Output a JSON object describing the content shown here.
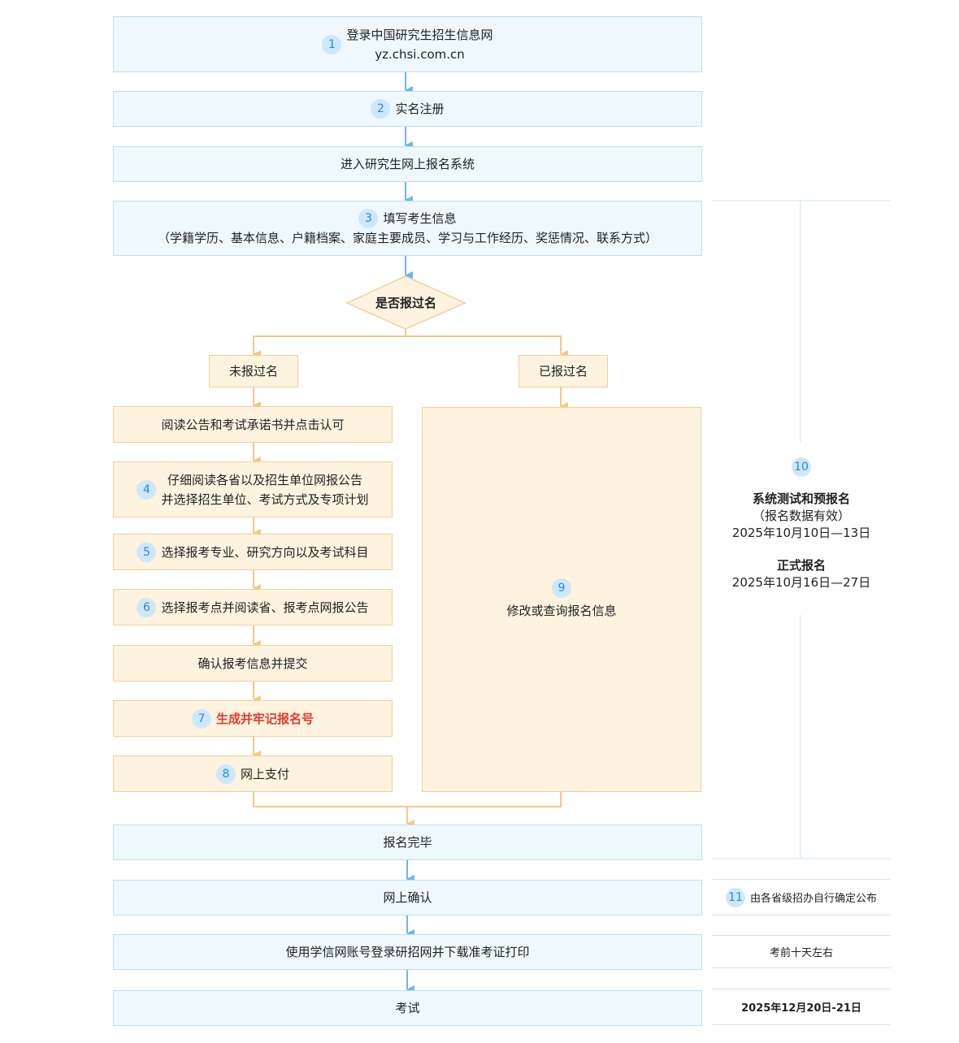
{
  "steps": {
    "login": {
      "num": "1",
      "title": "登录中国研究生招生信息网",
      "url": "yz.chsi.com.cn"
    },
    "register": {
      "num": "2",
      "label": "实名注册"
    },
    "enter": {
      "label": "进入研究生网上报名系统"
    },
    "fill": {
      "num": "3",
      "title": "填写考生信息",
      "detail": "（学籍学历、基本信息、户籍档案、家庭主要成员、学习与工作经历、奖惩情况、联系方式）"
    },
    "decision": {
      "label": "是否报过名"
    },
    "not_registered": {
      "label": "未报过名"
    },
    "registered": {
      "label": "已报过名"
    },
    "read_notice": {
      "label": "阅读公告和考试承诺书并点击认可"
    },
    "select_unit": {
      "num": "4",
      "line1": "仔细阅读各省以及招生单位网报公告",
      "line2": "并选择招生单位、考试方式及专项计划"
    },
    "select_major": {
      "num": "5",
      "label": "选择报考专业、研究方向以及考试科目"
    },
    "select_site": {
      "num": "6",
      "label": "选择报考点并阅读省、报考点网报公告"
    },
    "confirm_submit": {
      "label": "确认报考信息并提交"
    },
    "generate_id": {
      "num": "7",
      "label": "生成并牢记报名号"
    },
    "pay": {
      "num": "8",
      "label": "网上支付"
    },
    "modify": {
      "num": "9",
      "label": "修改或查询报名信息"
    },
    "complete": {
      "label": "报名完毕"
    },
    "online_confirm": {
      "label": "网上确认"
    },
    "download_ticket": {
      "label": "使用学信网账号登录研招网并下载准考证打印"
    },
    "exam": {
      "label": "考试"
    }
  },
  "timeline": {
    "registration": {
      "num": "10",
      "pre_title": "系统测试和预报名",
      "pre_note": "（报名数据有效）",
      "pre_dates": "2025年10月10日—13日",
      "formal_title": "正式报名",
      "formal_dates": "2025年10月16日—27日"
    },
    "confirmation": {
      "num": "11",
      "label": "由各省级招办自行确定公布"
    },
    "ticket": {
      "label": "考前十天左右"
    },
    "exam_date": {
      "label": "2025年12月20日-21日"
    }
  },
  "colors": {
    "blue_fill": "#eef8fd",
    "blue_border": "#bfdff0",
    "blue_arrow": "#6cb6ef",
    "tan_fill": "#fdf3df",
    "tan_border": "#ecd19f",
    "tan_arrow": "#f3c885",
    "highlight": "#e03a2f",
    "badge_fill": "#cde8fb",
    "badge_text": "#2c86d8"
  }
}
